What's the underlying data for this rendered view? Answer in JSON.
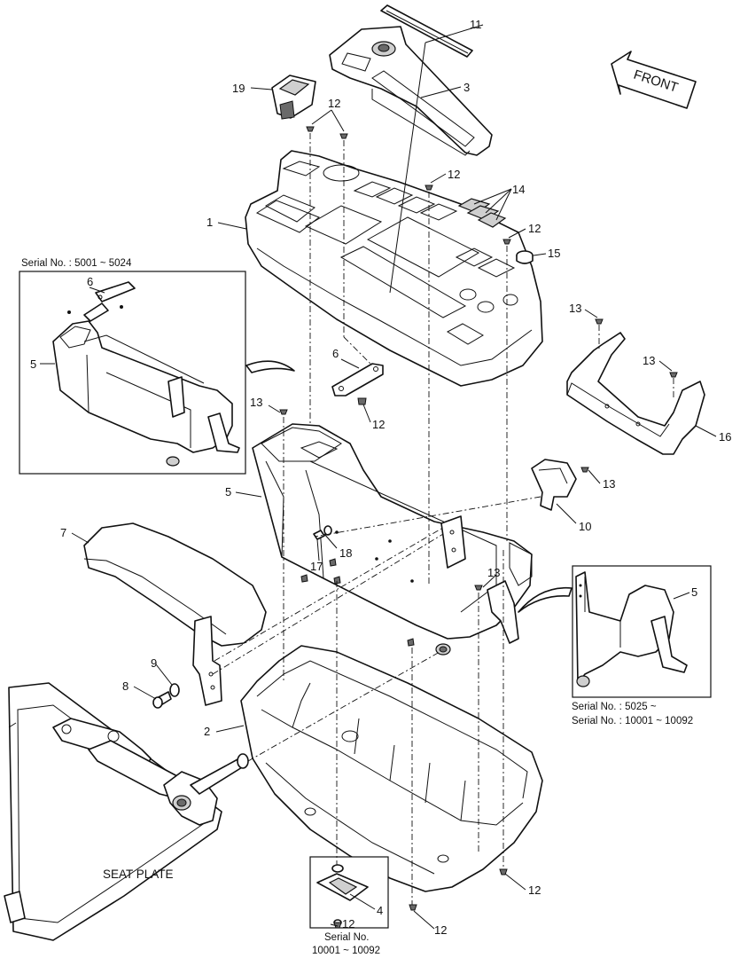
{
  "diagram": {
    "front_arrow_label": "FRONT",
    "seat_plate_label": "SEAT PLATE",
    "insets": {
      "top_left_serial": "Serial No. : 5001 ~ 5024",
      "right_serial_line1": "Serial No. : 5025 ~",
      "right_serial_line2": "Serial No. : 10001 ~ 10092",
      "bottom_serial_line1": "Serial No.",
      "bottom_serial_line2": "10001 ~ 10092"
    },
    "callouts": {
      "c1": "1",
      "c2": "2",
      "c3": "3",
      "c4": "4",
      "c5a": "5",
      "c5b": "5",
      "c5c": "5",
      "c6a": "6",
      "c6b": "6",
      "c7": "7",
      "c8": "8",
      "c9": "9",
      "c10": "10",
      "c11": "11",
      "c12a": "12",
      "c12b": "12",
      "c12c": "12",
      "c12d": "12",
      "c12e": "12",
      "c12f": "12",
      "c12g": "12",
      "c13a": "13",
      "c13b": "13",
      "c13c": "13",
      "c13d": "13",
      "c13e": "13",
      "c14": "14",
      "c15": "15",
      "c16": "16",
      "c17": "17",
      "c18": "18",
      "c19": "19"
    }
  }
}
